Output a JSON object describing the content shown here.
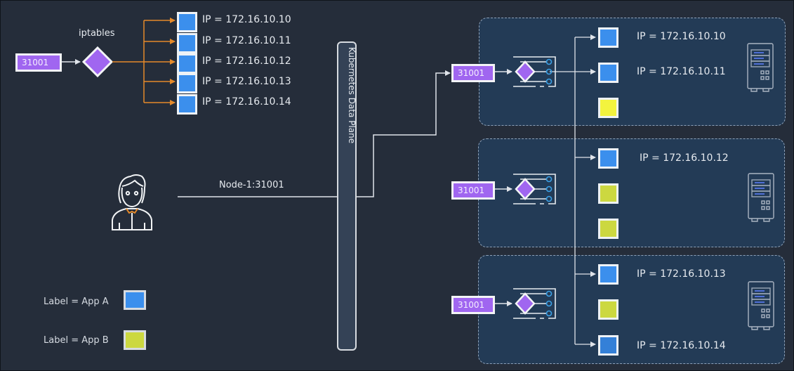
{
  "iptables_example": {
    "title": "iptables",
    "port": "31001",
    "endpoints": [
      {
        "ip_label": "IP = 172.16.10.10"
      },
      {
        "ip_label": "IP = 172.16.10.11"
      },
      {
        "ip_label": "IP = 172.16.10.12"
      },
      {
        "ip_label": "IP = 172.16.10.13"
      },
      {
        "ip_label": "IP = 172.16.10.14"
      }
    ],
    "arrow_color": "#e58a2a"
  },
  "client": {
    "connection_label": "Node-1:31001"
  },
  "data_plane": {
    "label": "Kubernetes Data Plane"
  },
  "nodes": [
    {
      "port": "31001",
      "pods": [
        {
          "app": "A",
          "ip_label": "IP = 172.16.10.10"
        },
        {
          "app": "A",
          "ip_label": "IP = 172.16.10.11"
        },
        {
          "app": "B",
          "ip_label": ""
        }
      ]
    },
    {
      "port": "31001",
      "pods": [
        {
          "app": "A",
          "ip_label": "IP = 172.16.10.12"
        },
        {
          "app": "B",
          "ip_label": ""
        },
        {
          "app": "B",
          "ip_label": ""
        }
      ]
    },
    {
      "port": "31001",
      "pods": [
        {
          "app": "A",
          "ip_label": "IP = 172.16.10.13"
        },
        {
          "app": "B",
          "ip_label": ""
        },
        {
          "app": "A",
          "ip_label": "IP = 172.16.10.14"
        }
      ]
    }
  ],
  "legend": {
    "items": [
      {
        "label": "Label = App A",
        "color": "#3b8fed"
      },
      {
        "label": "Label = App B",
        "color": "#ccd840"
      }
    ]
  },
  "colors": {
    "background": "#252d3a",
    "port_fill": "#a066f0",
    "app_a": "#3b8fed",
    "app_b": "#ccd840",
    "node_fill": "#233b56",
    "connector": "#e0e4ea"
  }
}
